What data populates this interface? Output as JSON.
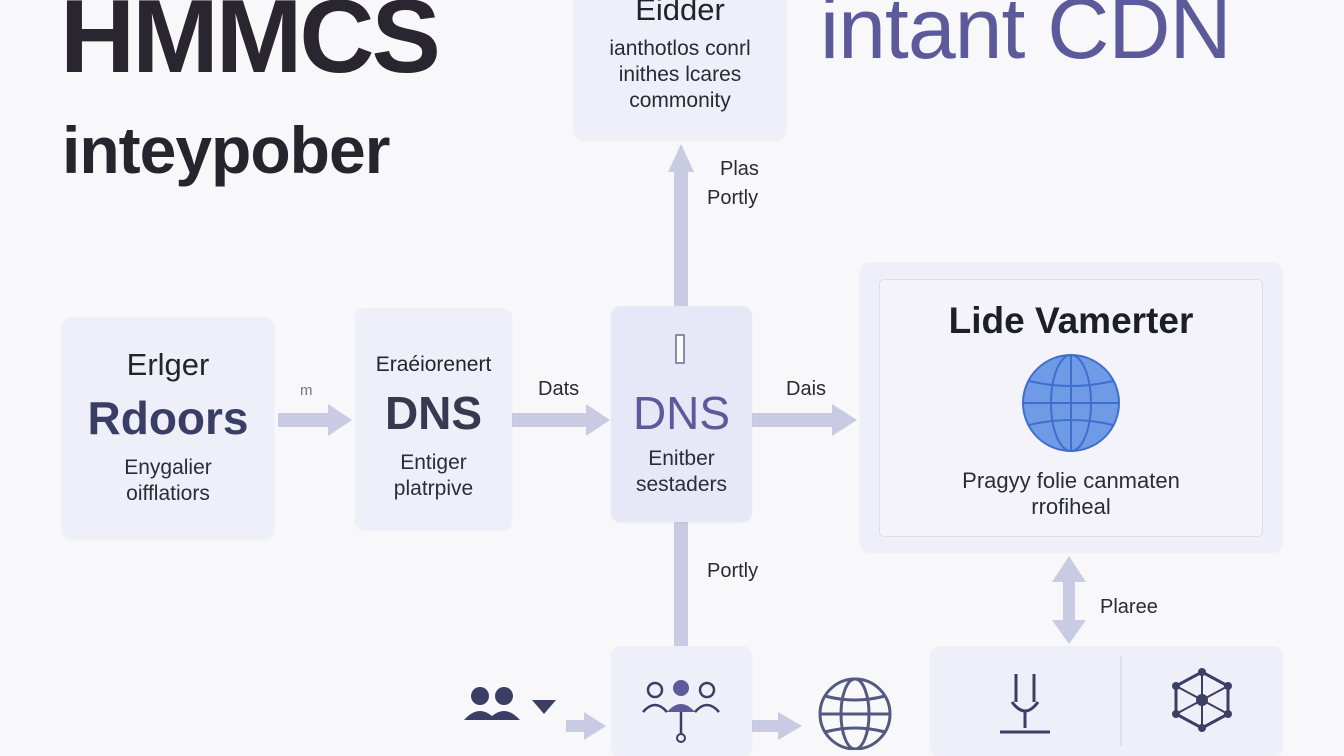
{
  "header": {
    "title": "HMMCS",
    "subtitle": "inteypober",
    "right_title": "intant CDN"
  },
  "top_node": {
    "title": "Eidder",
    "lines": [
      "ianthotlos conrl",
      "inithes lcares",
      "commonity"
    ]
  },
  "left_node": {
    "heading": "Erlger",
    "big": "Rdoors",
    "lines": [
      "Enygalier",
      "oifflatiors"
    ]
  },
  "dns_node_1": {
    "heading": "Eraéiorenert",
    "big": "DNS",
    "lines": [
      "Entiger",
      "platrpive"
    ]
  },
  "dns_node_2": {
    "big": "DNS",
    "lines": [
      "Enitber",
      "sestaders"
    ]
  },
  "right_node": {
    "title": "Lide Vamerter",
    "lines": [
      "Pragyy folie canmaten",
      "rrofiheal"
    ]
  },
  "arrow_labels": {
    "left_to_dns": "m",
    "dns_to_dns2": "Dats",
    "dns2_to_right": "Dais",
    "up_line1": "Plas",
    "up_line2": "Portly",
    "down": "Portly",
    "right_vertical": "Plaree"
  },
  "colors": {
    "accent": "#5d5a9c",
    "node_bg": "#eeeff8",
    "arrow": "#c9cbe2",
    "globe_fill": "#6f9be6",
    "globe_line": "#3e6fcf"
  },
  "icons": {
    "users": "users-icon",
    "team": "team-icon",
    "globe_small": "globe-outline-icon",
    "globe_big": "globe-icon",
    "service": "service-icon",
    "network": "network-icon"
  }
}
